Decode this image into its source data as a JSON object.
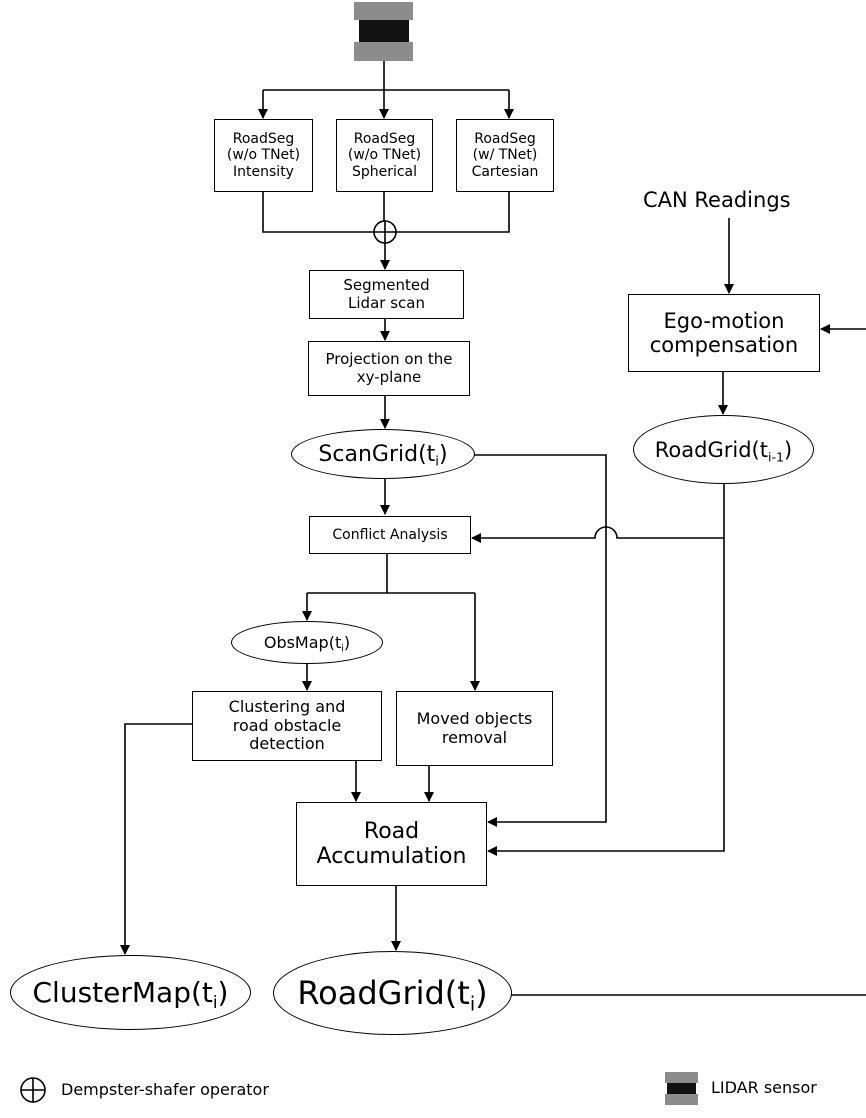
{
  "nodes": {
    "roadseg_intensity": [
      "RoadSeg",
      "(w/o TNet)",
      "Intensity"
    ],
    "roadseg_spherical": [
      "RoadSeg",
      "(w/o TNet)",
      "Spherical"
    ],
    "roadseg_cartesian": [
      "RoadSeg",
      "(w/ TNet)",
      "Cartesian"
    ],
    "segmented_scan": [
      "Segmented",
      "Lidar scan"
    ],
    "projection": [
      "Projection on the",
      "xy-plane"
    ],
    "scangrid": {
      "base": "ScanGrid(t",
      "sub": "i",
      "end": ")"
    },
    "conflict_analysis": "Conflict Analysis",
    "obsmap": {
      "base": "ObsMap(t",
      "sub": "i",
      "end": ")"
    },
    "clustering": [
      "Clustering and",
      "road obstacle",
      "detection"
    ],
    "moved_objects": [
      "Moved objects",
      "removal"
    ],
    "road_accumulation": [
      "Road",
      "Accumulation"
    ],
    "clustermap": {
      "base": "ClusterMap(t",
      "sub": "i",
      "end": ")"
    },
    "roadgrid": {
      "base": "RoadGrid(t",
      "sub": "i",
      "end": ")"
    },
    "can_readings": "CAN Readings",
    "ego_motion": [
      "Ego-motion",
      "compensation"
    ],
    "roadgrid_prev": {
      "base": "RoadGrid(t",
      "sub": "i-1",
      "end": ")"
    }
  },
  "legend": {
    "dempster_shafer": "Dempster-shafer operator",
    "lidar_sensor": "LIDAR sensor"
  },
  "colors": {
    "sensor_gray": "#8c8c8c",
    "sensor_black": "#111111",
    "stroke": "#000000"
  }
}
